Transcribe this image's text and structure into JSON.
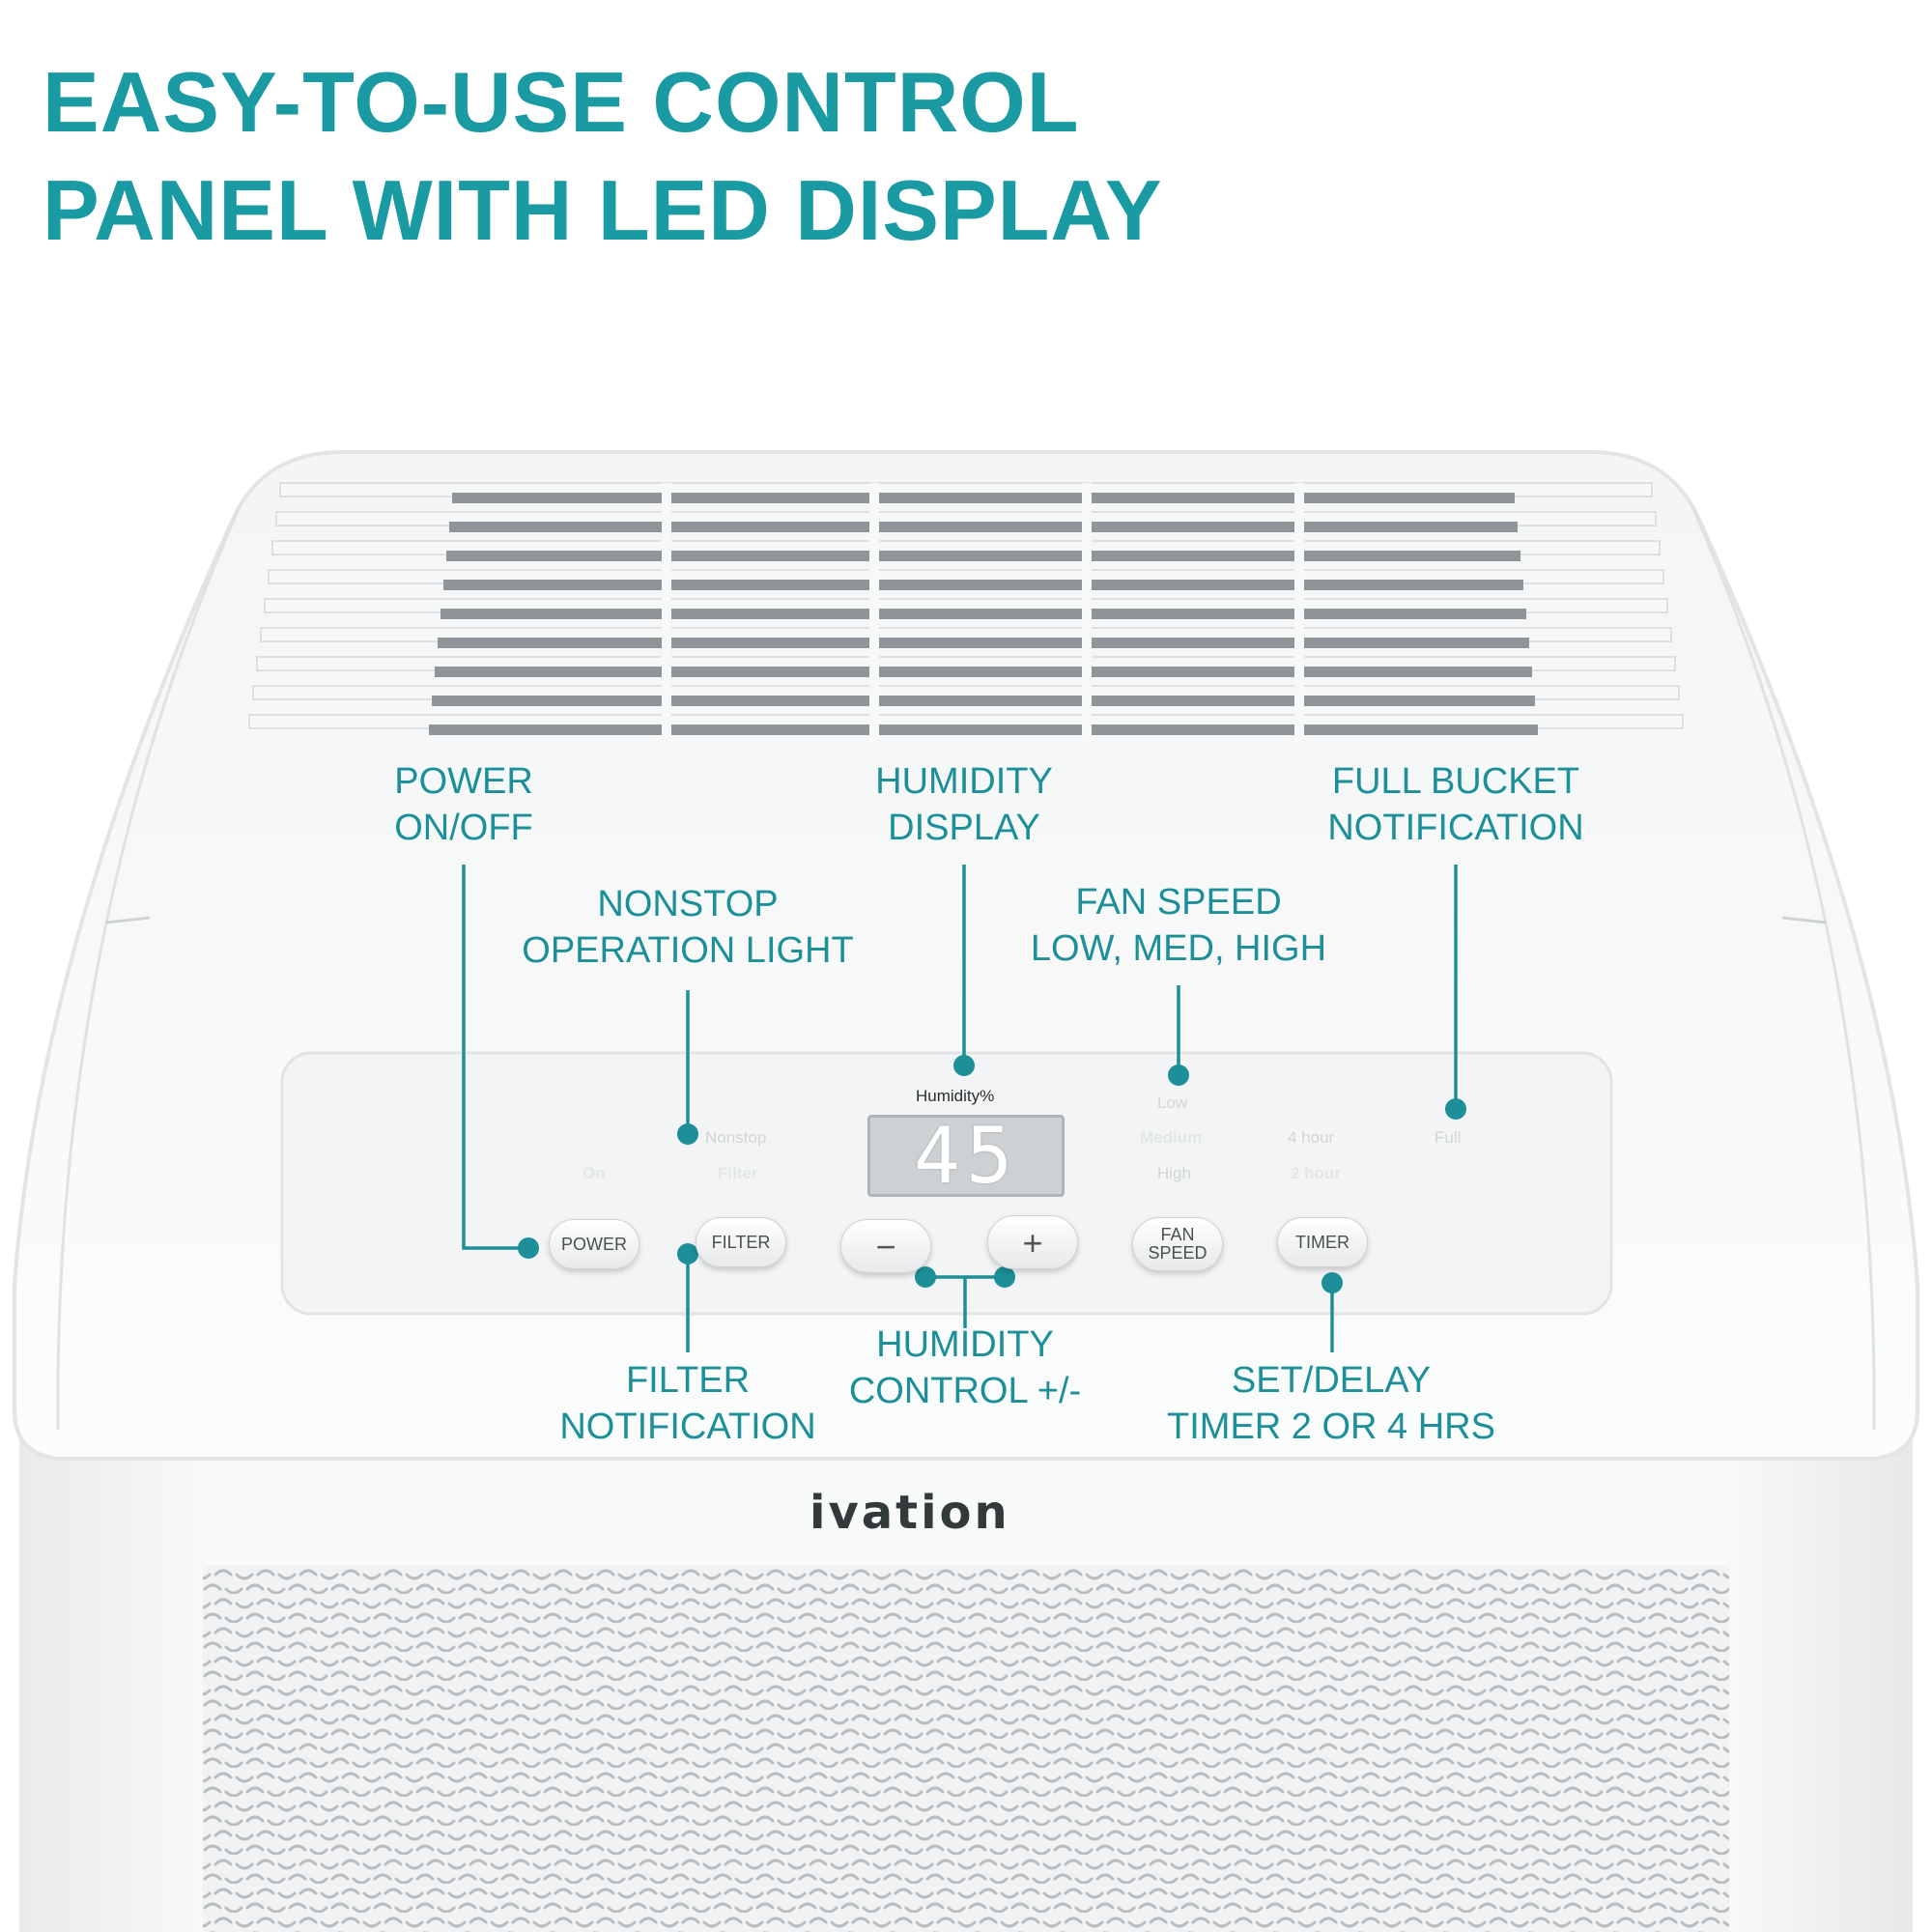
{
  "headline": [
    "EASY-TO-USE CONTROL",
    "PANEL WITH LED DISPLAY"
  ],
  "callouts": {
    "power": [
      "POWER",
      "ON/OFF"
    ],
    "nonstop": [
      "NONSTOP",
      "OPERATION LIGHT"
    ],
    "humidity_display": [
      "HUMIDITY",
      "DISPLAY"
    ],
    "fan_speed": [
      "FAN SPEED",
      "LOW, MED, HIGH"
    ],
    "full_bucket": [
      "FULL BUCKET",
      "NOTIFICATION"
    ],
    "filter": [
      "FILTER",
      "NOTIFICATION"
    ],
    "humidity_control": [
      "HUMIDITY",
      "CONTROL +/-"
    ],
    "timer": [
      "SET/DELAY",
      "TIMER 2 OR 4 HRS"
    ]
  },
  "panel": {
    "humidity_caption": "Humidity%",
    "display_value": "45",
    "indicators": {
      "on": "On",
      "nonstop": "Nonstop",
      "filter": "Filter",
      "low": "Low",
      "medium": "Medium",
      "high": "High",
      "hour4": "4 hour",
      "hour2": "2 hour",
      "full": "Full"
    },
    "buttons": {
      "power": "POWER",
      "filter": "FILTER",
      "minus": "−",
      "plus": "+",
      "fan_speed": [
        "FAN",
        "SPEED"
      ],
      "timer": "TIMER"
    }
  },
  "brand": "ivation",
  "colors": {
    "accent": "#1a9aa3"
  }
}
